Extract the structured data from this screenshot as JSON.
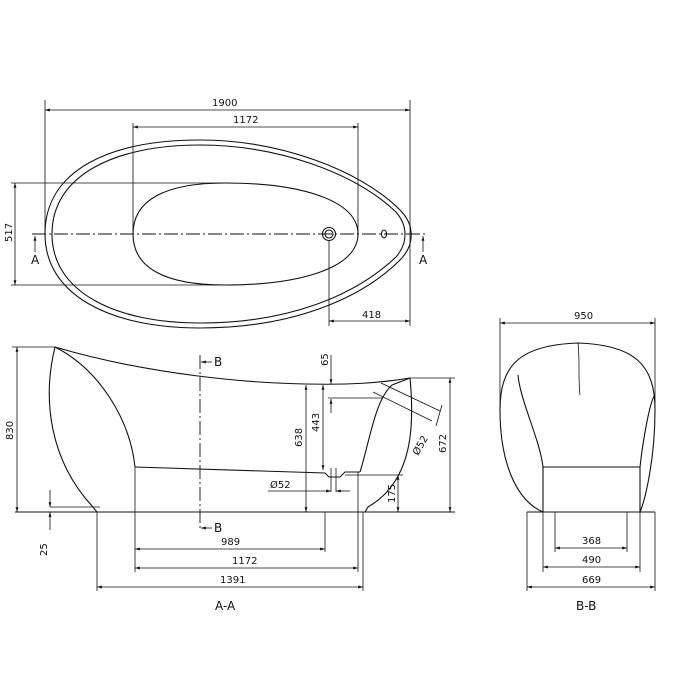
{
  "top_view": {
    "dim_overall_length": "1900",
    "dim_inner_length": "1172",
    "dim_inner_width": "517",
    "dim_drain_offset": "418",
    "section_mark_left": "A",
    "section_mark_right": "A"
  },
  "side_view": {
    "title": "A-A",
    "dim_height_total": "830",
    "dim_rim_height": "672",
    "dim_drain_height": "638",
    "dim_overflow_height": "443",
    "dim_overflow_offset": "65",
    "dim_drain_diameter": "Ø52",
    "dim_overflow_diameter": "Ø52",
    "dim_drain_level": "175",
    "dim_plinth": "25",
    "dim_drain_position": "989",
    "dim_inner_length": "1172",
    "dim_base_length": "1391",
    "section_mark_top": "B",
    "section_mark_bottom": "B"
  },
  "end_view": {
    "title": "B-B",
    "dim_width": "950",
    "dim_foot_inner": "368",
    "dim_foot_outer": "490",
    "dim_base_width": "669"
  }
}
